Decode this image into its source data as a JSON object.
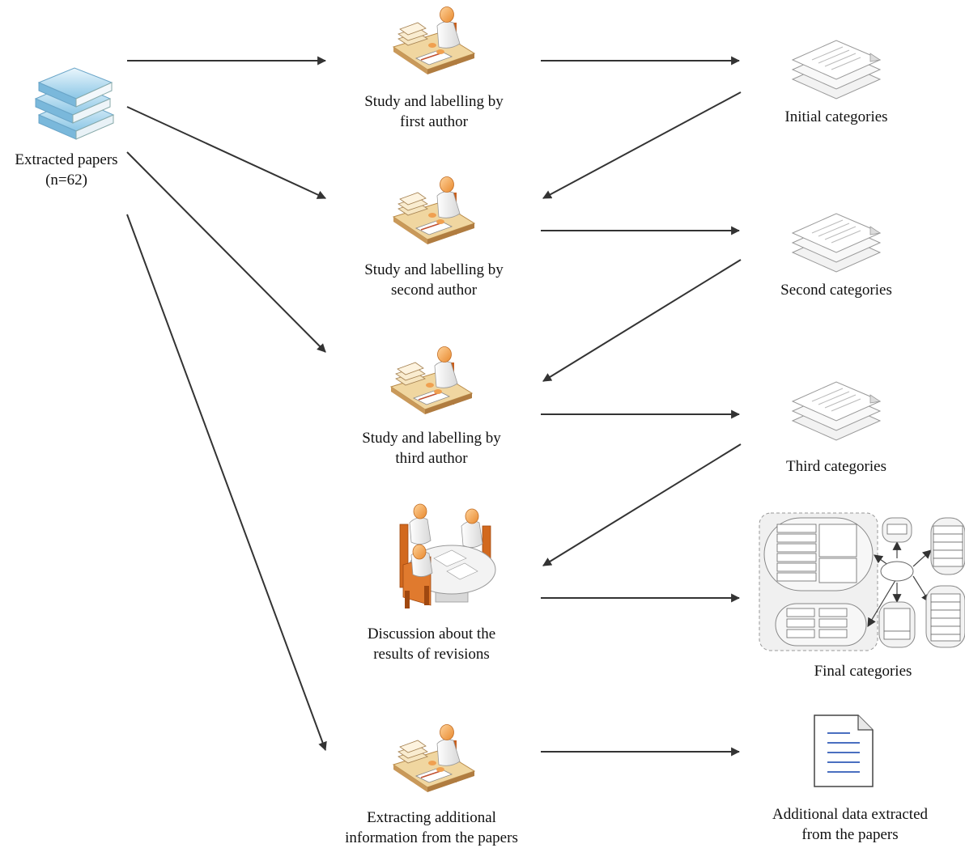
{
  "source": {
    "line1": "Extracted papers",
    "line2": "(n=62)"
  },
  "steps": [
    {
      "line1": "Study and labelling by",
      "line2": "first author"
    },
    {
      "line1": "Study and labelling by",
      "line2": "second author"
    },
    {
      "line1": "Study and labelling by",
      "line2": "third author"
    },
    {
      "line1": "Discussion about the",
      "line2": "results of revisions"
    },
    {
      "line1": "Extracting additional",
      "line2": "information from the papers"
    }
  ],
  "outputs": [
    {
      "line1": "Initial categories"
    },
    {
      "line1": "Second categories"
    },
    {
      "line1": "Third categories"
    },
    {
      "line1": "Final categories"
    },
    {
      "line1": "Additional data extracted",
      "line2": "from the papers"
    }
  ],
  "icons": {
    "source": "book-stack-icon",
    "worker": "person-at-desk-icon",
    "meeting": "meeting-table-icon",
    "pages": "document-stack-icon",
    "final": "category-structure-icon",
    "document": "text-document-icon"
  },
  "colors": {
    "arrow": "#333333",
    "person": "#f0a050",
    "desk": "#e8c98e",
    "chair": "#d2691e",
    "book": "#a9d4ea"
  }
}
